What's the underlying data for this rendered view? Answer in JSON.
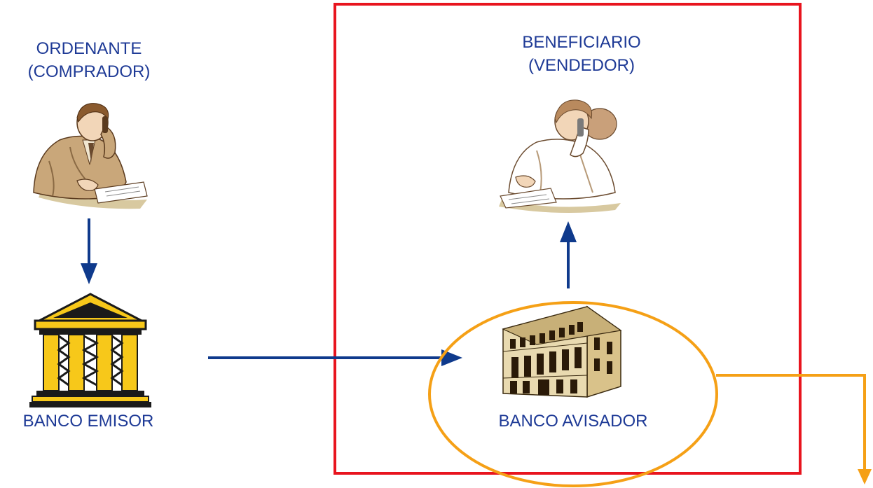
{
  "diagram": {
    "nodes": {
      "ordenante": {
        "line1": "ORDENANTE",
        "line2": "(COMPRADOR)",
        "icon": "businessman-on-phone-writing-icon"
      },
      "beneficiario": {
        "line1": "BENEFICIARIO",
        "line2": "(VENDEDOR)",
        "icon": "businesswoman-on-phone-writing-icon"
      },
      "banco_emisor": {
        "label": "BANCO EMISOR",
        "icon": "classical-bank-building-icon"
      },
      "banco_avisador": {
        "label": "BANCO AVISADOR",
        "icon": "bank-office-building-icon"
      }
    },
    "edges": [
      {
        "from": "ordenante",
        "to": "banco_emisor"
      },
      {
        "from": "banco_emisor",
        "to": "banco_avisador"
      },
      {
        "from": "banco_avisador",
        "to": "beneficiario"
      },
      {
        "from": "banco_avisador",
        "to": "off-page"
      }
    ],
    "colors": {
      "text": "#1E3A96",
      "arrow": "#0F3A8C",
      "frame": "#E8141E",
      "highlight": "#F5A016",
      "gold": "#F7C81A",
      "stone": "#E9DAB0"
    }
  }
}
